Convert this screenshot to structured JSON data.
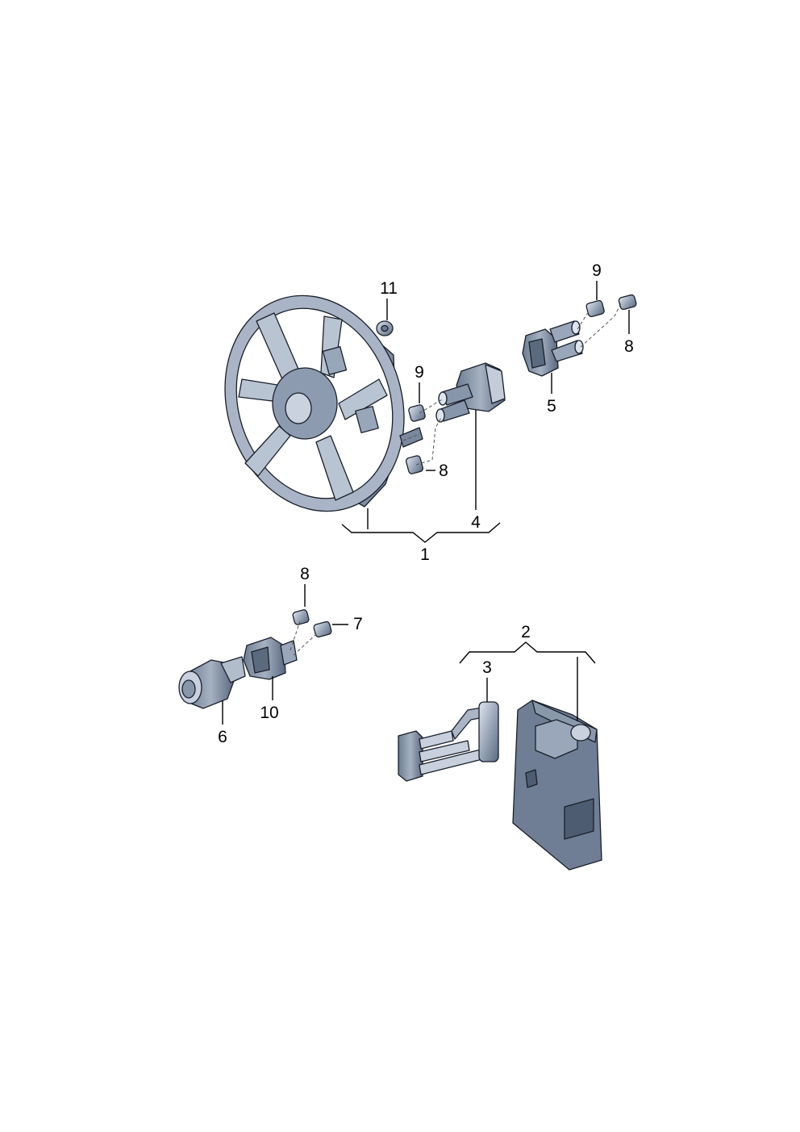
{
  "diagram": {
    "callouts": [
      {
        "id": "c11",
        "label": "11"
      },
      {
        "id": "c9a",
        "label": "9"
      },
      {
        "id": "c9b",
        "label": "9"
      },
      {
        "id": "c8a",
        "label": "8"
      },
      {
        "id": "c8b",
        "label": "8"
      },
      {
        "id": "c8c",
        "label": "8"
      },
      {
        "id": "c5",
        "label": "5"
      },
      {
        "id": "c4",
        "label": "4"
      },
      {
        "id": "c1",
        "label": "1"
      },
      {
        "id": "c7",
        "label": "7"
      },
      {
        "id": "c10",
        "label": "10"
      },
      {
        "id": "c6",
        "label": "6"
      },
      {
        "id": "c2",
        "label": "2"
      },
      {
        "id": "c3",
        "label": "3"
      }
    ]
  }
}
